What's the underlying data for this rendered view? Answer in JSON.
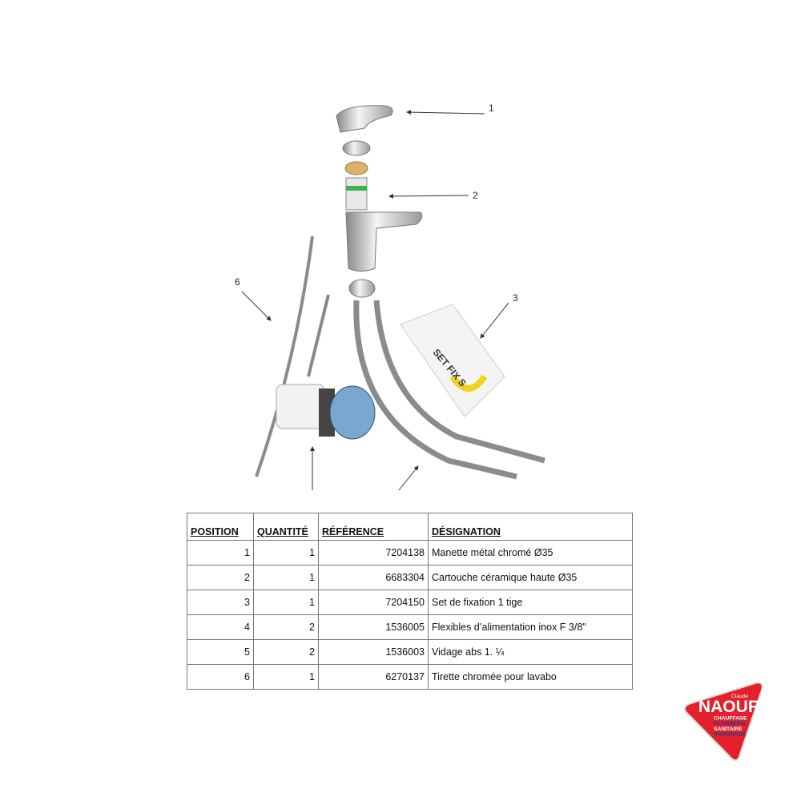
{
  "callouts": [
    "1",
    "2",
    "3",
    "6"
  ],
  "table": {
    "headers": [
      "POSITION",
      "QUANTITÉ",
      "RÉFÉRENCE",
      "DÉSIGNATION"
    ],
    "rows": [
      [
        "1",
        "1",
        "7204138",
        "Manette métal chromé Ø35"
      ],
      [
        "2",
        "1",
        "6683304",
        "Cartouche céramique haute Ø35"
      ],
      [
        "3",
        "1",
        "7204150",
        "Set de fixation 1 tige"
      ],
      [
        "4",
        "2",
        "1536005",
        "Flexibles d’alimentation inox F 3/8\""
      ],
      [
        "5",
        "2",
        "1536003",
        "Vidage abs 1. ¼"
      ],
      [
        "6",
        "1",
        "6270137",
        "Tirette chromée pour lavabo"
      ]
    ]
  },
  "bag_label": "SET FIX S",
  "logo": {
    "name_small": "Claude",
    "name": "NAOUR",
    "lines": [
      "CHAUFFAGE",
      "PLOMBERIE",
      "SANITAIRE",
      "RAMONAGE"
    ],
    "color": "#e3202b"
  }
}
